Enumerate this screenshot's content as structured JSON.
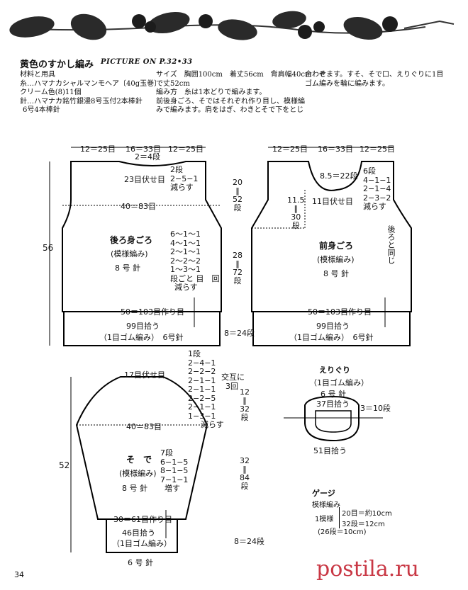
{
  "header": {
    "title": "黄色のすかし編み",
    "picture_ref": "PICTURE ON P.32•33"
  },
  "materials": {
    "heading": "材料と用具",
    "lines": [
      "糸…ハマナカシャルマンモヘア〔40g玉巻〕",
      "クリーム色(8)11個",
      "針…ハマナカ銘竹銀漫8号玉付2本棒針",
      "6号4本棒針"
    ]
  },
  "size_text": {
    "lines": [
      "サイズ　胸囲100cm　着丈56cm　背肩幅40cm　そ",
      "で丈52cm",
      "編み方　糸は1本どりで編みます。",
      "前後身ごろ、そではそれぞれ作り目し、模様編",
      "みで編みます。肩をはぎ、わきとそで下をとじ"
    ]
  },
  "method_cont": {
    "lines": [
      "合わせます。すそ、そで口、えりぐりに1目",
      "ゴム編みを輪に編みます。"
    ]
  },
  "back": {
    "top_left": "12＝25目",
    "top_mid": "16＝33目",
    "top_right": "12＝25目",
    "neck_rows": "2＝4段",
    "neck_bind": "23目伏せ目",
    "neck_dec": [
      "2段",
      "2−5−1",
      "減らす"
    ],
    "height": "56",
    "width40": "40＝83目",
    "name": "後ろ身ごろ",
    "pattern": "(模様編み)",
    "needle": "8 号 針",
    "dec": [
      "6～1～1",
      "4～1～1",
      "2～1～1",
      "2～2～2",
      "1～3～1",
      "段ごと 目　回",
      "減らす"
    ],
    "cast_on": "50＝103目作り目",
    "pickup": "99目拾う",
    "rib": "（1目ゴム編み）　6号針"
  },
  "mid_dims": {
    "a_top": "20",
    "a_eq": "‖",
    "a_val": "52",
    "a_unit": "段",
    "b_top": "28",
    "b_eq": "‖",
    "b_val": "72",
    "b_unit": "段",
    "rib_rows": "8＝24段"
  },
  "front": {
    "top_left": "12＝25目",
    "top_mid": "16＝33目",
    "top_right": "12＝25目",
    "neck_w": "8.5＝22段",
    "neck_depth": [
      "11.5",
      "‖",
      "30",
      "段"
    ],
    "neck_bind": "11目伏せ目",
    "neck_dec": [
      "6段",
      "4−1−1",
      "2−1−4",
      "2−3−2",
      "減らす"
    ],
    "same_as_back": "後ろと同じ",
    "name": "前身ごろ",
    "pattern": "(模様編み)",
    "needle": "8 号 針",
    "cast_on": "50＝103目作り目",
    "pickup": "99目拾う",
    "rib": "（1目ゴム編み）　6号針"
  },
  "sleeve": {
    "cap_bind": "17目伏せ目",
    "cap_dec": [
      "1段",
      "2−4−1",
      "2−2−2",
      "2−1−1",
      "2−1−1",
      "2−2−5",
      "2−1−1",
      "1−3−1",
      "減らす"
    ],
    "cap_note": [
      "交互に",
      "3回"
    ],
    "width40": "40＝83目",
    "height": "52",
    "cap_h": [
      "12",
      "‖",
      "32",
      "段"
    ],
    "body_h": [
      "32",
      "‖",
      "84",
      "段"
    ],
    "name": "そ　で",
    "pattern": "(模様編み)",
    "needle": "8 号 針",
    "inc": [
      "7段",
      "6−1−5",
      "8−1−5",
      "7−1−1",
      "増す"
    ],
    "cast_on": "30＝61目作り目",
    "pickup": "46目拾う",
    "rib": "（1目ゴム編み）",
    "needle6": "6 号 針",
    "rib_rows": "8＝24段"
  },
  "collar": {
    "title": "えりぐり",
    "rib": "（1目ゴム編み）",
    "needle": "6 号 針",
    "pick37": "37目拾う",
    "rows": "3＝10段",
    "pick51": "51目拾う"
  },
  "gauge": {
    "title": "ゲージ",
    "sub": "模様編み",
    "label": "1模様",
    "line1": "20目＝約10cm",
    "line2": "32段＝12cm",
    "line3": "(26段＝10cm)"
  },
  "page_number": "34",
  "watermark": "postila.ru"
}
